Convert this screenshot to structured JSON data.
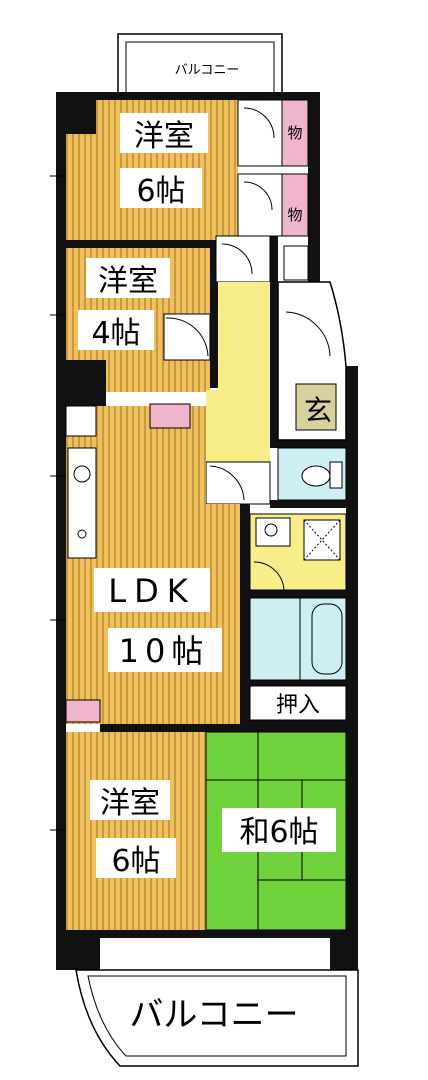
{
  "rooms": {
    "balcony_top": "バルコニー",
    "western1_name": "洋室",
    "western1_size": "6帖",
    "storage_top": "物",
    "storage_bottom": "物",
    "western2_name": "洋室",
    "western2_size": "4帖",
    "entrance": "玄",
    "ldk_name": "LDK",
    "ldk_size": "10帖",
    "closet": "押入",
    "western3_name": "洋室",
    "western3_size": "6帖",
    "japanese": "和6帖",
    "balcony_bottom": "バルコニー"
  },
  "colors": {
    "flooring": "#f0c060",
    "flooring_stripe": "#c89a3a",
    "tatami": "#6fd23c",
    "hallway": "#f7ee8a",
    "bath": "#cdeef2",
    "closet_pink": "#f0b4cc",
    "wall": "#111111",
    "entrance": "#d9d0a0"
  }
}
